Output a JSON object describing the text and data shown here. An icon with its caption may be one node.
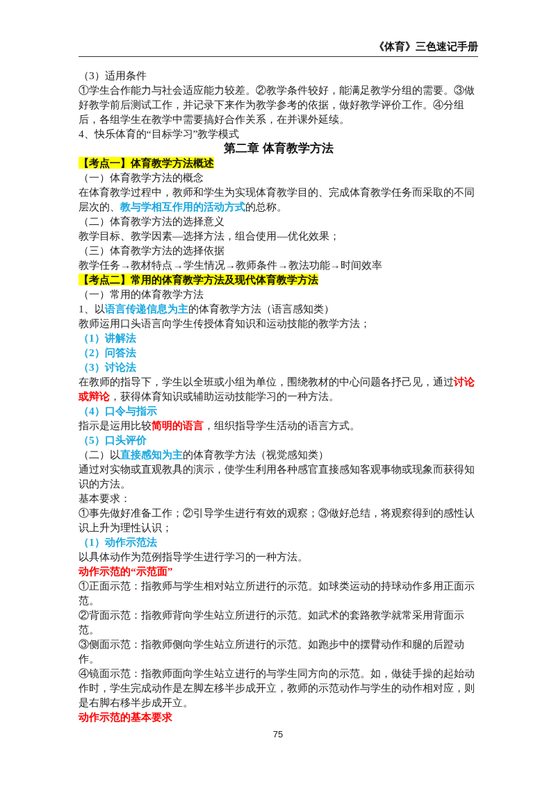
{
  "diagram": {
    "title": "第二章 体育教学方法",
    "labels": [
      "《体育》三色速记手册",
      "（3）适用条件",
      "①学生合作能力与社会适应能力较差。②教学条件较好，能满足教学分组的需要。③做好教学前后测试工作，并记录下来作为教学参考的依据，做好教学评价工作。④分组后，各组学生在教学中需要搞好合作关系，在并课外延续。",
      "4、快乐体育的“目标学习”教学模式",
      "【考点一】体育教学方法概述",
      "（一）体育教学方法的概念",
      "在体育教学过程中，教师和学生为实现体育教学目的、完成体育教学任务而采取的不同层次的、**教与学相互作用的活动方式**的总称。",
      "（二）体育教学方法的选择意义",
      "教学目标、教学因素—选择方法，组合使用—优化效果；",
      "（三）体育教学方法的选择依据",
      "教学任务→教材特点→学生情况→教师条件→教法功能→时间效率",
      "【考点二】常用的体育教学方法及现代体育教学方法",
      "（一）常用的体育教学方法",
      "1、以**语言传递信息为主**的体育教学方法（语言感知类）",
      "教师运用口头语言向学生传授体育知识和运动技能的教学方法；",
      "（1）讲解法",
      "（2）问答法",
      "（3）讨论法",
      "在教师的指导下，学生以全班或小组为单位，围绕教材的中心问题各抒己见，通过**讨论或辩论**，获得体育知识或辅助运动技能学习的一种方法。",
      "（4）口令与指示",
      "指示是运用比较**简明的语言**，组织指导学生活动的语言方式。",
      "（5）口头评价",
      "（二）以**直接感知为主**的体育教学方法（视觉感知类）",
      "通过对实物或直观教具的演示，使学生利用各种感官直接感知客观事物或现象而获得知识的方法。",
      "基本要求：",
      "①事先做好准备工作；②引导学生进行有效的观察；③做好总结，将观察得到的感性认识上升为理性认识；",
      "（1）动作示范法",
      "以具体动作为范例指导学生进行学习的一种方法。",
      "动作示范的“示范面”",
      "①正面示范：指教师与学生相对站立所进行的示范。如球类运动的持球动作多用正面示范。",
      "②背面示范：指教师背向学生站立所进行的示范。如武术的套路教学就常采用背面示范。",
      "③侧面示范：指教师侧向学生站立所进行的示范。如跑步中的摆臂动作和腿的后蹬动作。",
      "④镜面示范：指教师面向学生站立进行的与学生同方向的示范。如，做徒手操的起始动作时，学生完成动作是左脚左移半步成开立，教师的示范动作与学生的动作相对应，则是右脚右移半步成开立。",
      "动作示范的基本要求",
      "75"
    ]
  }
}
